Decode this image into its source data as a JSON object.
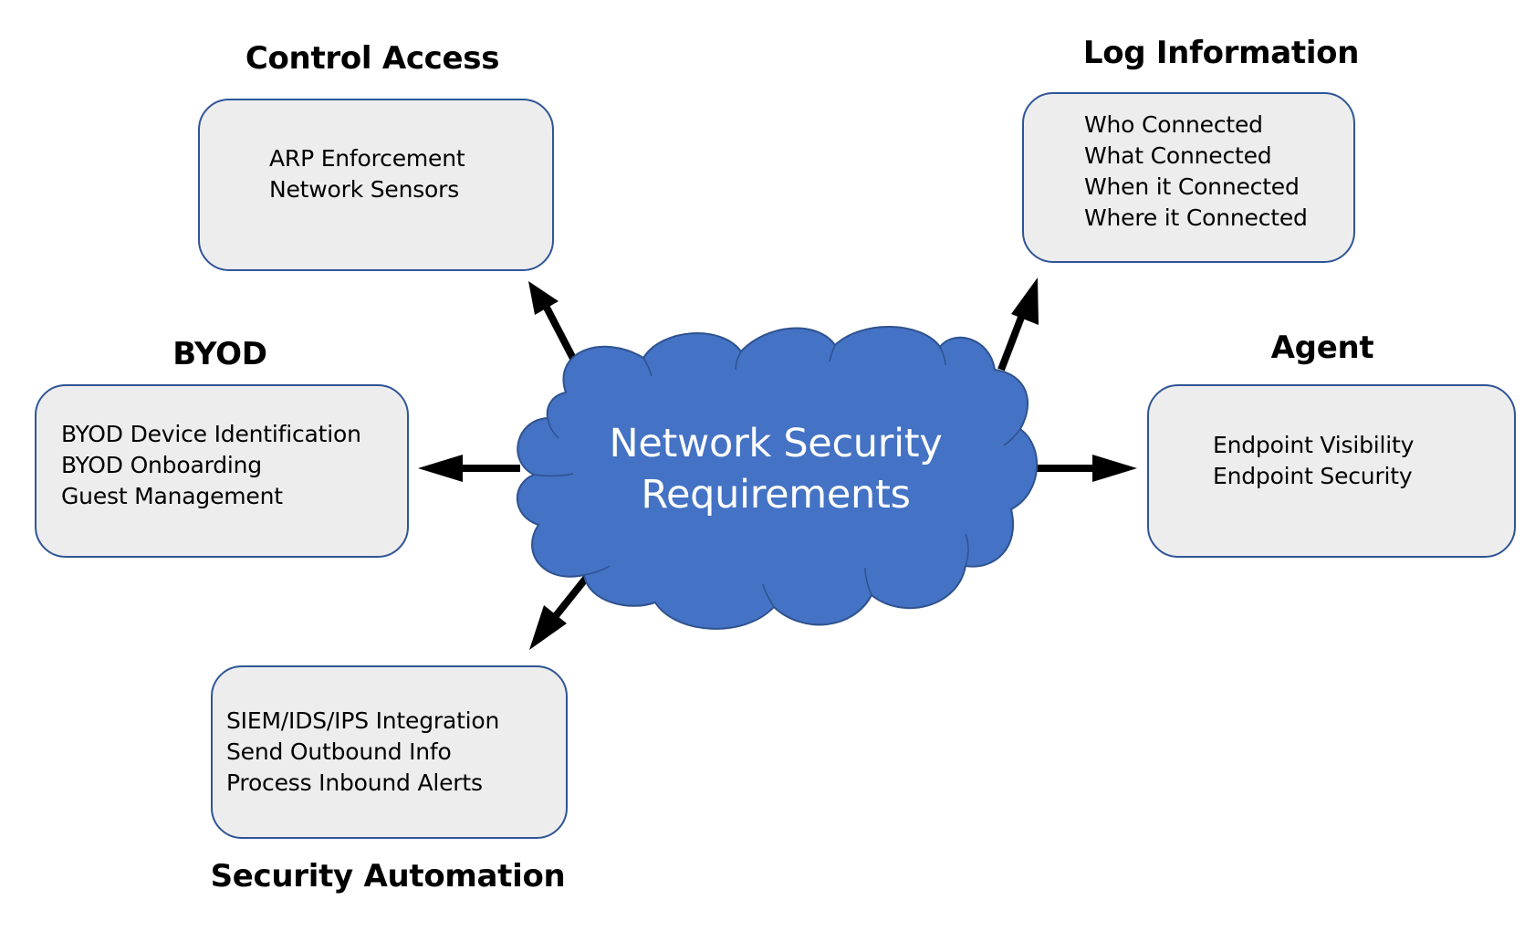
{
  "diagram": {
    "center": {
      "lines": [
        "Network Security",
        "Requirements"
      ],
      "fill_color": "#4472c4",
      "outline_color": "#2f528f"
    },
    "nodes": [
      {
        "id": "control-access",
        "title": "Control Access",
        "items": [
          "ARP Enforcement",
          "Network Sensors"
        ]
      },
      {
        "id": "log-information",
        "title": "Log Information",
        "items": [
          "Who Connected",
          "What Connected",
          "When it Connected",
          "Where it Connected"
        ]
      },
      {
        "id": "byod",
        "title": "BYOD",
        "items": [
          "BYOD Device Identification",
          "BYOD Onboarding",
          "Guest Management"
        ]
      },
      {
        "id": "agent",
        "title": "Agent",
        "items": [
          "Endpoint Visibility",
          "Endpoint Security"
        ]
      },
      {
        "id": "security-automation",
        "title": "Security Automation",
        "items": [
          "SIEM/IDS/IPS Integration",
          "Send Outbound Info",
          "Process Inbound Alerts"
        ]
      }
    ],
    "box_fill_color": "#ededed",
    "box_border_color": "#2f5597",
    "arrow_color": "#000000"
  }
}
